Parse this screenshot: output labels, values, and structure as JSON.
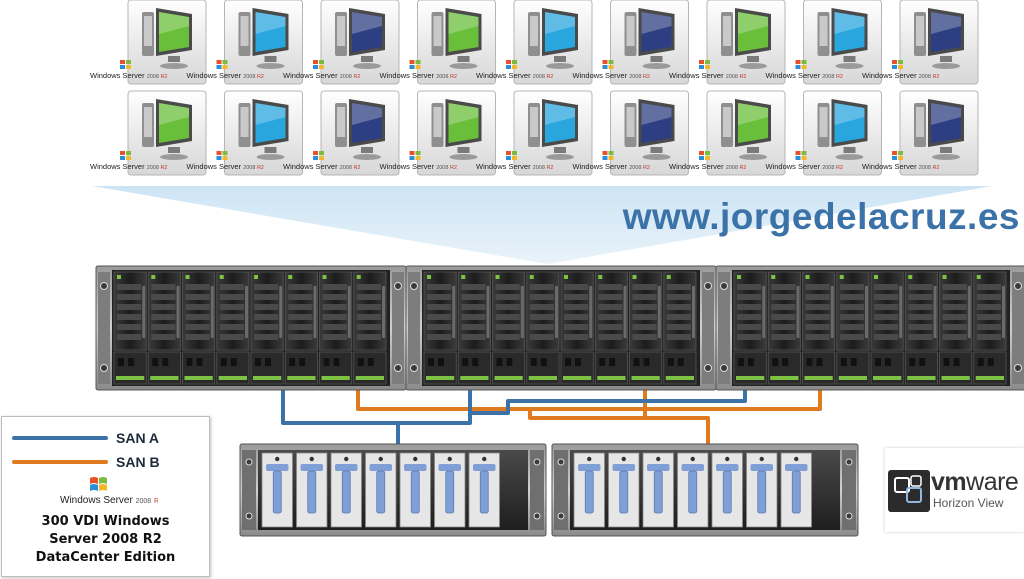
{
  "diagram": {
    "site_url": "www.jorgedelacruz.es",
    "vm_rows": 2,
    "vm_columns": 9,
    "vm_os_logo": {
      "brand": "Windows Server",
      "version": "2008",
      "release": "R2"
    },
    "screen_color_cycle": [
      "#6abf3a",
      "#29a6de",
      "#2d3f82"
    ],
    "chassis_count": 3,
    "blades_per_chassis": 8,
    "storage_units": 2,
    "drives_per_unit": 7
  },
  "legend": {
    "items": [
      {
        "label": "SAN A",
        "color": "#3b73a8"
      },
      {
        "label": "SAN B",
        "color": "#e07a1f"
      }
    ],
    "os_logo": {
      "brand": "Windows Server",
      "version": "2008",
      "release": "R2"
    },
    "caption_lines": [
      "300 VDI Windows",
      "Server 2008 R2",
      "DataCenter Edition"
    ]
  },
  "vmware": {
    "brand_vm": "vm",
    "brand_ware": "ware",
    "product": "Horizon View"
  }
}
